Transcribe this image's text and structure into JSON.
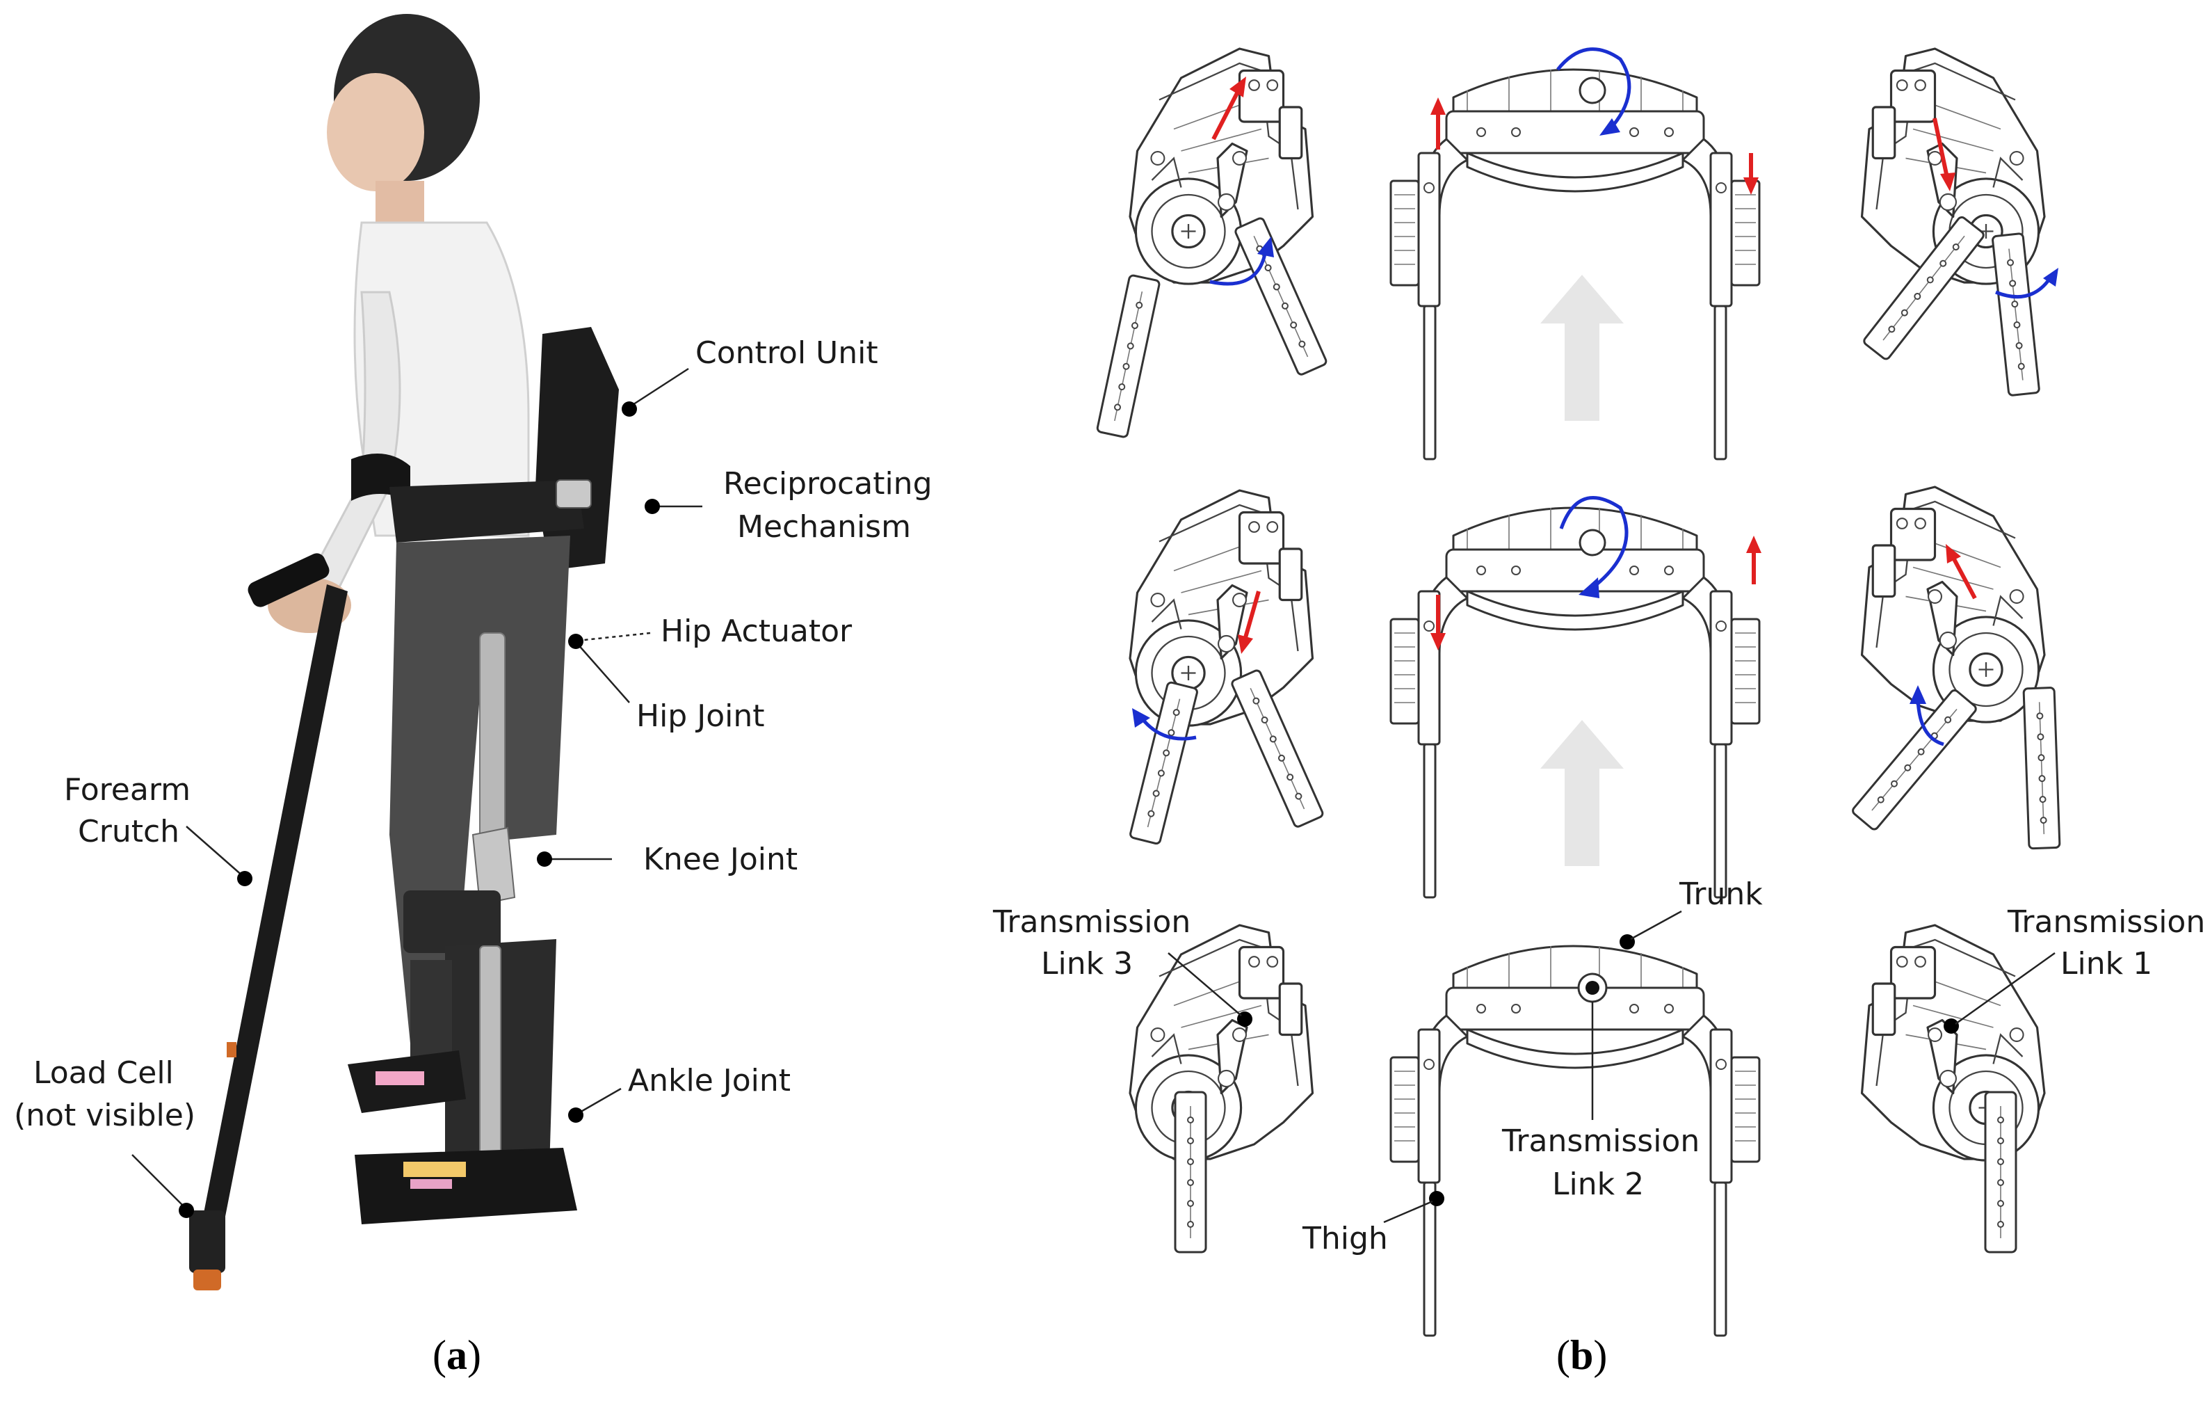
{
  "panel_a": {
    "caption": "(a)",
    "labels": {
      "control_unit": "Control Unit",
      "reciprocating_1": "Reciprocating",
      "reciprocating_2": "Mechanism",
      "hip_actuator": "Hip Actuator",
      "hip_joint": "Hip Joint",
      "forearm_1": "Forearm",
      "forearm_2": "Crutch",
      "knee_joint": "Knee Joint",
      "load_cell_1": "Load Cell",
      "load_cell_2": "(not visible)",
      "ankle_joint": "Ankle Joint"
    }
  },
  "panel_b": {
    "caption": "(b)",
    "labels": {
      "trunk": "Trunk",
      "tl3_1": "Transmission",
      "tl3_2": "Link 3",
      "tl1_1": "Transmission",
      "tl1_2": "Link 1",
      "tl2_1": "Transmission",
      "tl2_2": "Link 2",
      "thigh": "Thigh"
    }
  },
  "colors": {
    "motion_arrow_red": "#e02020",
    "rotation_arrow_blue": "#1a2fd0",
    "progress_arrow_grey": "#e6e6e6"
  }
}
